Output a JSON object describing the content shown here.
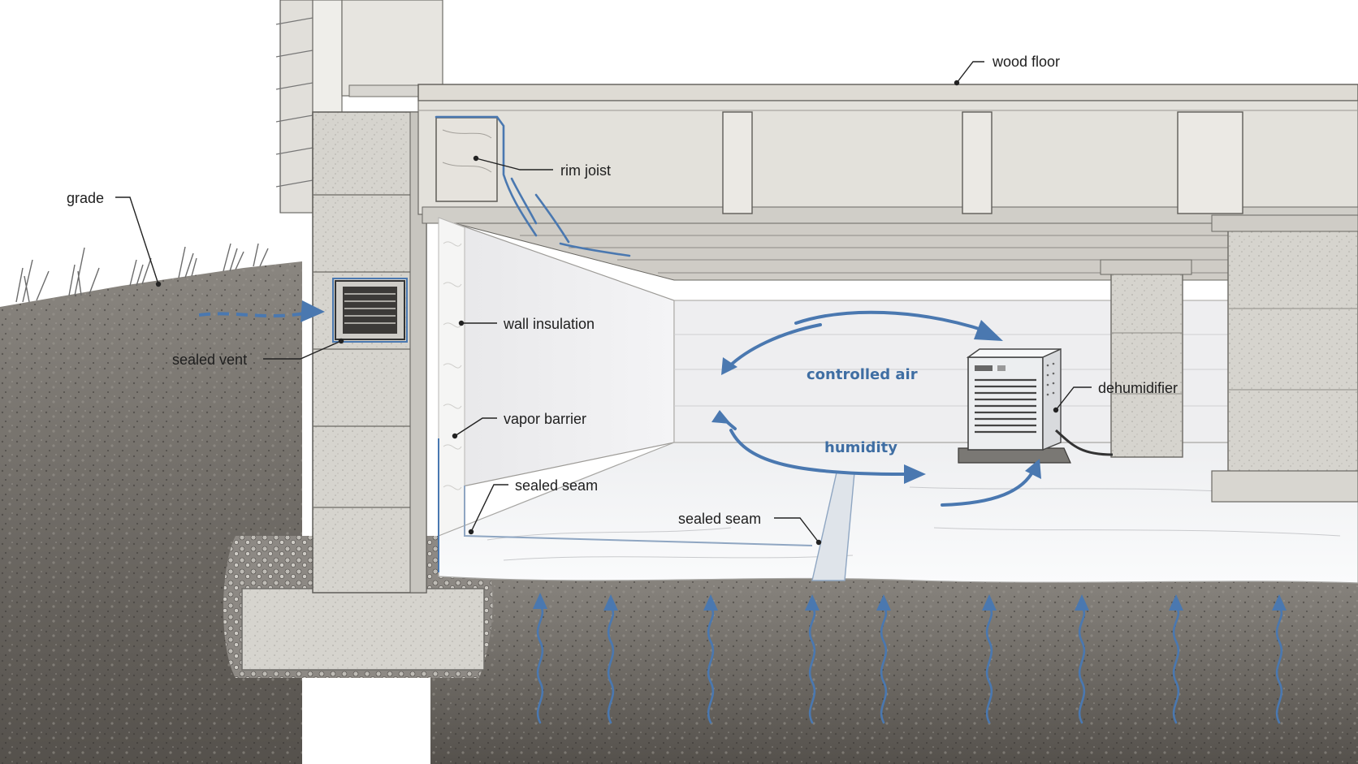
{
  "labels": {
    "wood_floor": "wood floor",
    "rim_joist": "rim joist",
    "grade": "grade",
    "wall_insulation": "wall insulation",
    "sealed_vent": "sealed vent",
    "vapor_barrier": "vapor barrier",
    "sealed_seam_wall": "sealed seam",
    "sealed_seam_floor": "sealed seam",
    "dehumidifier": "dehumidifier",
    "controlled_air": "controlled air",
    "humidity": "humidity"
  },
  "colors": {
    "sky": "#ffffff",
    "soil": "#6f6b66",
    "soil_dark": "#4f4b47",
    "concrete": "#d4d2cc",
    "wood": "#d9d6cf",
    "barrier": "#f3f4f6",
    "accent_blue": "#4a78b0"
  },
  "icons": [
    "vent-grille-icon",
    "dehumidifier-unit-icon",
    "moisture-arrow-icon",
    "air-flow-arrow-icon"
  ]
}
